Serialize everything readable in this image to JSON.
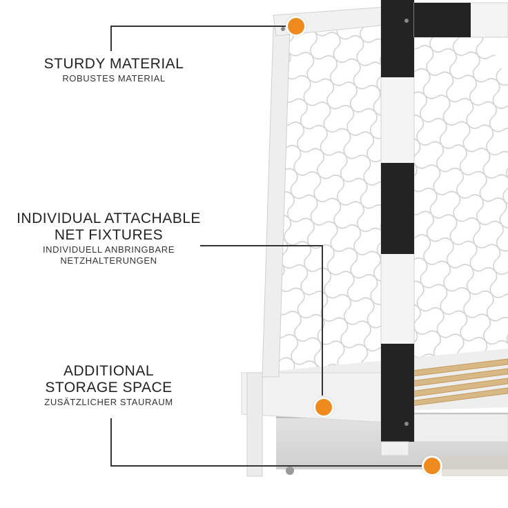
{
  "features": [
    {
      "id": "sturdy-material",
      "title": "STURDY MATERIAL",
      "subtitle": "ROBUSTES MATERIAL"
    },
    {
      "id": "net-fixtures",
      "title": "INDIVIDUAL ATTACHABLE\nNET FIXTURES",
      "subtitle": "INDIVIDUELL ANBRINGBARE\nNETZHALTERUNGEN"
    },
    {
      "id": "storage-space",
      "title": "ADDITIONAL\nSTORAGE SPACE",
      "subtitle": "ZUSÄTZLICHER STAURAUM"
    }
  ],
  "colors": {
    "accent": "#ef8a1e",
    "text": "#222222",
    "frame_white": "#ececec",
    "frame_black": "#232323",
    "slat_wood": "#d8b884"
  }
}
